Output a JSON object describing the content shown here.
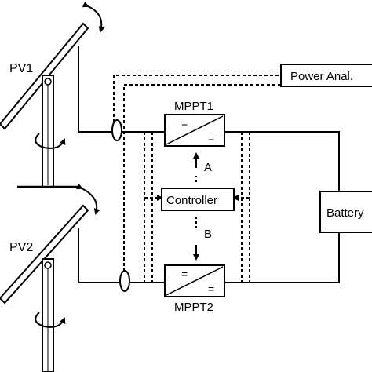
{
  "labels": {
    "pv1": "PV1",
    "pv2": "PV2",
    "mppt1": "MPPT1",
    "mppt2": "MPPT2",
    "controller": "Controller",
    "battery": "Battery",
    "power_analyzer": "Power Anal.",
    "signal_a": "A",
    "signal_b": "B",
    "converter_top_symbol": "=",
    "converter_bottom_symbol": "="
  },
  "colors": {
    "line": "#000000",
    "background": "#ffffff"
  },
  "icons": {
    "tilt_rotation": "curved-double-arrow-icon",
    "azimuth_rotation": "curved-rotation-arrow-icon",
    "current_sensor": "current-probe-ellipse-icon",
    "dc_dc_converter": "dc-dc-converter-icon"
  }
}
